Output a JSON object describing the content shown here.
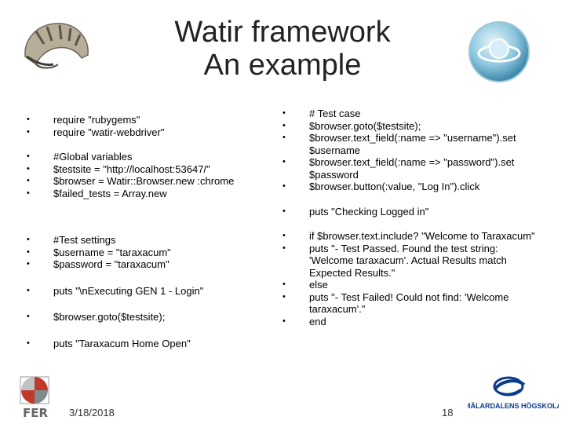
{
  "slide": {
    "title_line1": "Watir framework",
    "title_line2": "An example",
    "date": "3/18/2018",
    "page_number": "18",
    "bullet": "•"
  },
  "left_column": {
    "group1": [
      "require \"rubygems\"",
      "require \"watir-webdriver\""
    ],
    "group2": [
      "#Global variables",
      "$testsite = \"http://localhost:53647/\"",
      "$browser = Watir::Browser.new :chrome",
      "$failed_tests = Array.new"
    ],
    "group3": [
      "#Test settings",
      "$username = \"taraxacum\"",
      "$password = \"taraxacum\""
    ],
    "group4": [
      "puts \"\\nExecuting GEN 1 - Login\""
    ],
    "group5": [
      "$browser.goto($testsite);"
    ],
    "group6": [
      "puts \"Taraxacum Home Open\""
    ]
  },
  "right_column": {
    "group1": [
      "# Test case",
      "$browser.goto($testsite);",
      "$browser.text_field(:name => \"username\").set $username",
      "$browser.text_field(:name => \"password\").set $password",
      "$browser.button(:value, \"Log In\").click"
    ],
    "group2": [
      "puts \"Checking Logged in\""
    ],
    "group3": [
      "if $browser.text.include? \"Welcome to Taraxacum\"",
      "  puts \"- Test Passed. Found the test string: 'Welcome taraxacum'. Actual Results match Expected Results.\"",
      "else",
      "  puts \"- Test Failed! Could not find: 'Welcome taraxacum'.\"",
      "end"
    ]
  },
  "logos": {
    "left_logo_text": "FER",
    "right_logo_text": "MÄLARDALENS HÖGSKOLA"
  }
}
